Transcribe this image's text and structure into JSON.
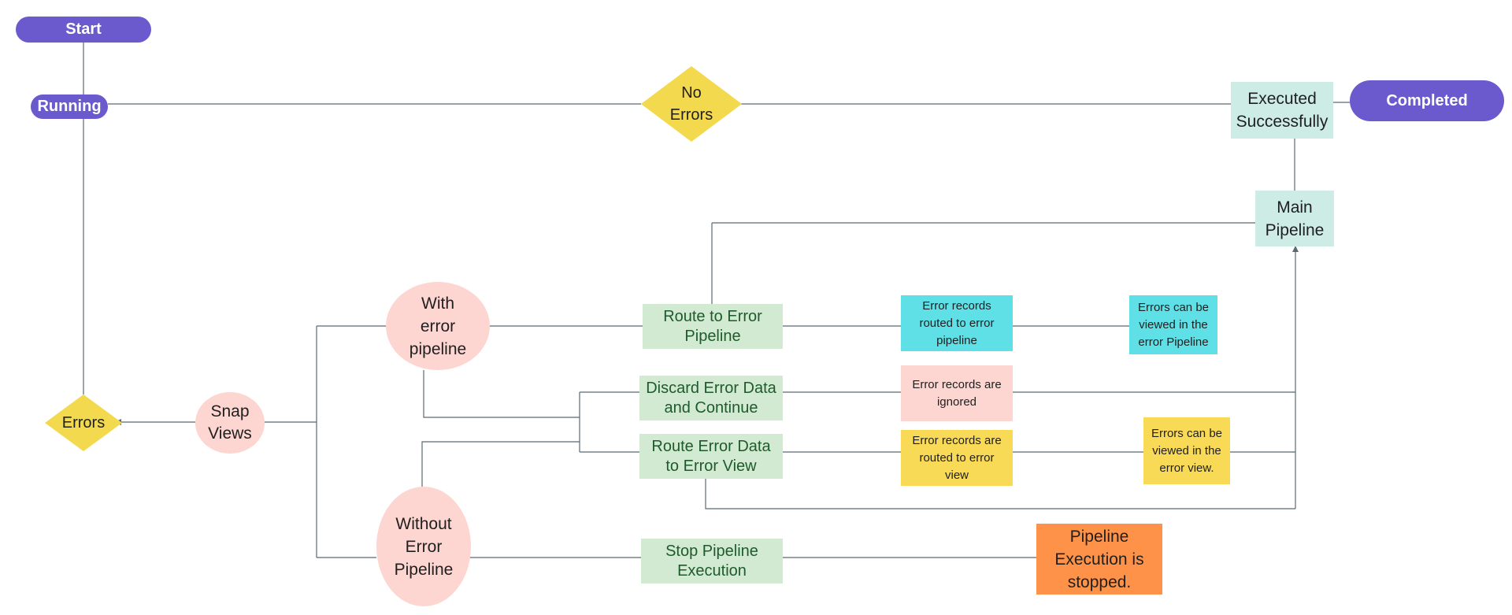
{
  "nodes": {
    "start": "Start",
    "running": "Running",
    "no_errors": "No\nErrors",
    "executed_successfully": "Executed\nSuccessfully",
    "completed": "Completed",
    "main_pipeline": "Main\nPipeline",
    "errors": "Errors",
    "snap_views": "Snap\nViews",
    "with_error_pipeline": "With\nerror\npipeline",
    "without_error_pipeline": "Without\nError\nPipeline",
    "route_to_error_pipeline": "Route to Error\nPipeline",
    "discard_error_data": "Discard Error Data\nand Continue",
    "route_error_data_view": "Route Error Data\nto Error View",
    "stop_pipeline": "Stop Pipeline\nExecution",
    "records_routed_pipeline": "Error records\nrouted to error\npipeline",
    "viewed_error_pipeline": "Errors can be\nviewed in the\nerror Pipeline",
    "records_ignored": "Error records are\nignored",
    "records_routed_view": "Error records are\nrouted to error\nview",
    "viewed_error_view": "Errors can be\nviewed in the\nerror view.",
    "execution_stopped": "Pipeline\nExecution is\nstopped."
  },
  "colors": {
    "pill": "#6a5acd",
    "diamond": "#f3d94e",
    "ellipse": "#fdd5d1",
    "mint": "#cdece5",
    "green_box": "#d3ead2",
    "cyan_box": "#5fe0e6",
    "pink_box": "#fdd5d1",
    "yellow_box": "#f9da56",
    "orange_box": "#fd9248",
    "connector": "#5a6b70"
  }
}
